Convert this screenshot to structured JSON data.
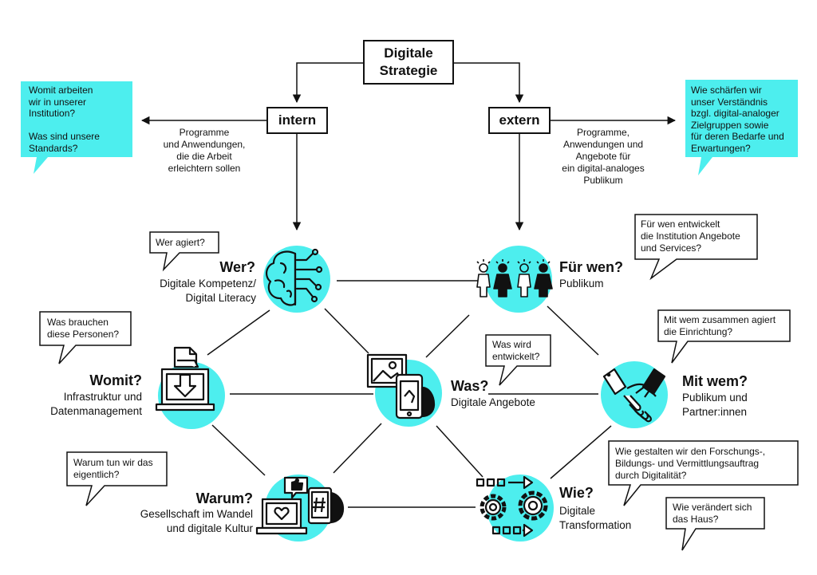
{
  "title": "Digitale\nStrategie",
  "branches": {
    "intern": "intern",
    "extern": "extern"
  },
  "notes": {
    "intern": "Programme\nund Anwendungen,\ndie die Arbeit\nerleichtern sollen",
    "extern": "Programme,\nAnwendungen und\nAngebote für\nein digital-analoges\nPublikum"
  },
  "callouts": {
    "intern": "Womit arbeiten\nwir in unserer\nInstitution?\n\nWas sind unsere\nStandards?",
    "extern": "Wie schärfen wir\nunser Verständnis\nbzgl. digital-analoger\nZielgruppen sowie\nfür deren Bedarfe und\nErwartungen?"
  },
  "nodes": {
    "wer": {
      "title": "Wer?",
      "subtitle": "Digitale Kompetenz/\nDigital Literacy",
      "bubble": "Wer agiert?",
      "icon": "brain-circuit-icon"
    },
    "fuer_wen": {
      "title": "Für wen?",
      "subtitle": "Publikum",
      "bubble": "Für wen entwickelt\ndie Institution Angebote\nund Services?",
      "icon": "people-icon"
    },
    "womit": {
      "title": "Womit?",
      "subtitle": "Infrastruktur und\nDatenmanagement",
      "bubble": "Was brauchen\ndiese Personen?",
      "icon": "laptop-download-icon"
    },
    "was": {
      "title": "Was?",
      "subtitle": "Digitale Angebote",
      "bubble": "Was wird\nentwickelt?",
      "icon": "smartphone-image-icon"
    },
    "mit_wem": {
      "title": "Mit wem?",
      "subtitle": "Publikum und\nPartner:innen",
      "bubble": "Mit wem zusammen agiert\ndie Einrichtung?",
      "icon": "handshake-icon"
    },
    "warum": {
      "title": "Warum?",
      "subtitle": "Gesellschaft im Wandel\nund digitale Kultur",
      "bubble": "Warum tun wir das\neigentlich?",
      "icon": "social-media-icon"
    },
    "wie": {
      "title": "Wie?",
      "subtitle": "Digitale\nTransformation",
      "bubble": "Wie gestalten wir den Forschungs-,\nBildungs- und Vermittlungsauftrag\ndurch Digitalität?",
      "bubble2": "Wie verändert sich\ndas Haus?",
      "icon": "gears-arrows-icon"
    }
  },
  "colors": {
    "accent": "#4deeee",
    "stroke": "#111111"
  }
}
